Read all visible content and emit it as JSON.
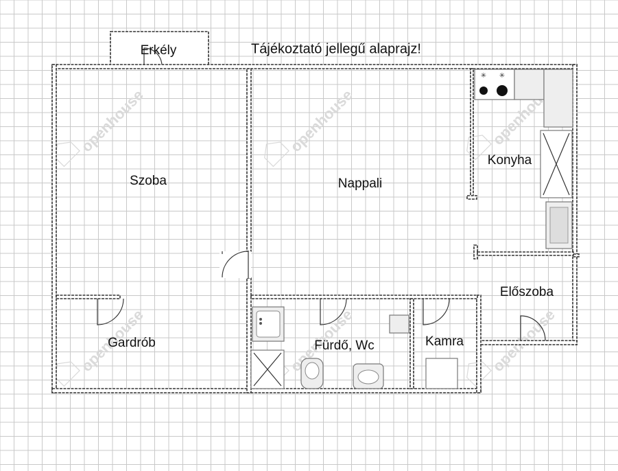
{
  "title": "Tájékoztató jellegű alaprajz!",
  "rooms": {
    "erkely": "Erkély",
    "szoba": "Szoba",
    "nappali": "Nappali",
    "konyha": "Konyha",
    "eloszoba": "Előszoba",
    "gardrob": "Gardrób",
    "furdo": "Fürdő, Wc",
    "kamra": "Kamra"
  },
  "watermark": "openhouse",
  "colors": {
    "grid": "#c8c8c8",
    "wall": "#333333",
    "fixture": "#eeeeee"
  }
}
